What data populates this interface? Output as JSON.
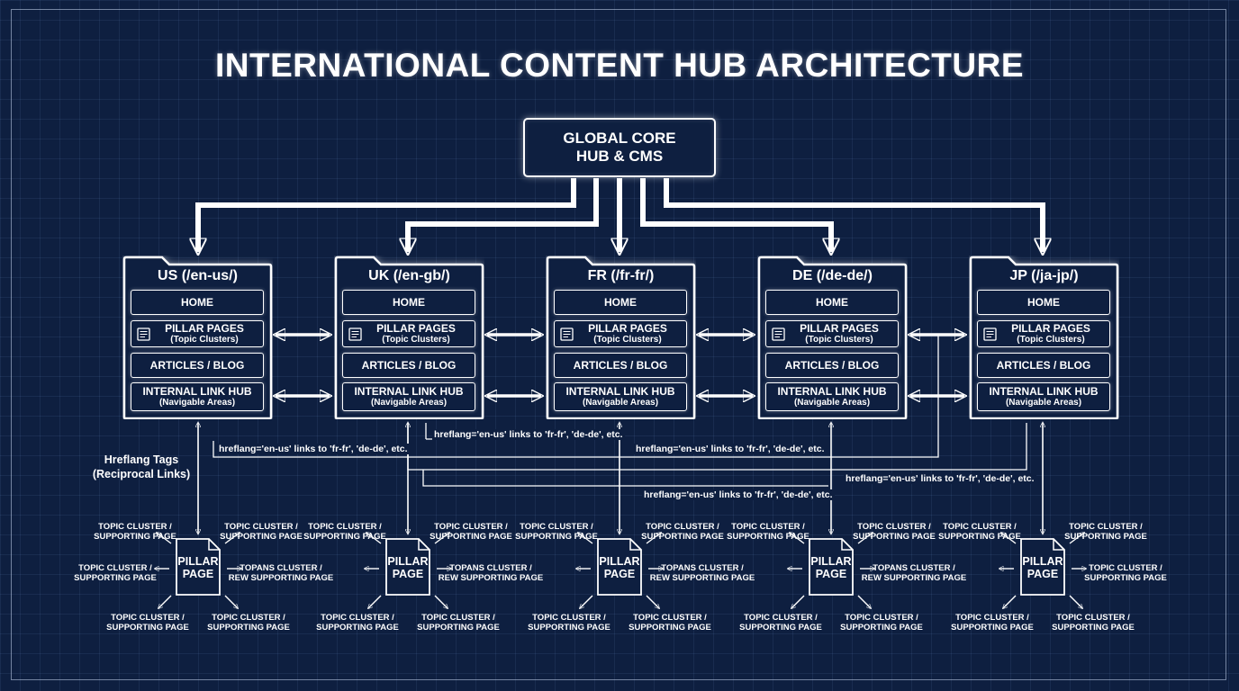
{
  "title": "INTERNATIONAL CONTENT HUB ARCHITECTURE",
  "core": {
    "line1": "GLOBAL CORE",
    "line2": "HUB & CMS"
  },
  "regions": [
    {
      "label": "US (/en-us/)",
      "home": "HOME",
      "pillar": "PILLAR PAGES",
      "pillar_sub": "(Topic Clusters)",
      "articles": "ARTICLES / BLOG",
      "hub": "INTERNAL LINK HUB",
      "hub_sub": "(Navigable Areas)"
    },
    {
      "label": "UK (/en-gb/)",
      "home": "HOME",
      "pillar": "PILLAR PAGES",
      "pillar_sub": "(Topic Clusters)",
      "articles": "ARTICLES / BLOG",
      "hub": "INTERNAL LINK HUB",
      "hub_sub": "(Navigable Areas)"
    },
    {
      "label": "FR (/fr-fr/)",
      "home": "HOME",
      "pillar": "PILLAR PAGES",
      "pillar_sub": "(Topic Clusters)",
      "articles": "ARTICLES / BLOG",
      "hub": "INTERNAL LINK HUB",
      "hub_sub": "(Navigable Areas)"
    },
    {
      "label": "DE (/de-de/)",
      "home": "HOME",
      "pillar": "PILLAR PAGES",
      "pillar_sub": "(Topic Clusters)",
      "articles": "ARTICLES / BLOG",
      "hub": "INTERNAL LINK HUB",
      "hub_sub": "(Navigable Areas)"
    },
    {
      "label": "JP (/ja-jp/)",
      "home": "HOME",
      "pillar": "PILLAR PAGES",
      "pillar_sub": "(Topic Clusters)",
      "articles": "ARTICLES / BLOG",
      "hub": "INTERNAL LINK HUB",
      "hub_sub": "(Navigable Areas)"
    }
  ],
  "hreflang": {
    "title_line1": "Hreflang Tags",
    "title_line2": "(Reciprocal Links)",
    "labels": [
      "hreflang='en-us' links to 'fr-fr', 'de-de', etc.",
      "hreflang='en-us' links to 'fr-fr', 'de-de', etc.",
      "hreflang='en-us' links to 'fr-fr', 'de-de', etc.",
      "hreflang='en-us' links to 'fr-fr', 'de-de', etc.",
      "hreflang='en-us' links to 'fr-fr', 'de-de', etc."
    ]
  },
  "pillar_doc": {
    "line1": "PILLAR",
    "line2": "PAGE"
  },
  "clusters": [
    {
      "tl": [
        "TOPIC CLUSTER /",
        "SUPPORTING PAGE"
      ],
      "tr": [
        "TOPIC CLUSTER /",
        "SUPPORTING PAGE"
      ],
      "ml": [
        "TOPIC CLUSTER /",
        "SUPPORTING PAGE"
      ],
      "mr": [
        "TOPANS CLUSTER /",
        "REW SUPPORTING PAGE"
      ],
      "bl": [
        "TOPIC CLUSTER /",
        "SUPPORTING PAGE"
      ],
      "br": [
        "TOPIC CLUSTER /",
        "SUPPORTING PAGE"
      ]
    },
    {
      "tl": [
        "TOPIC CLUSTER /",
        "SUPPORTING PAGE"
      ],
      "tr": [
        "TOPIC CLUSTER /",
        "SUPPORTING PAGE"
      ],
      "ml": null,
      "mr": [
        "TOPANS CLUSTER /",
        "REW SUPPORTING PAGE"
      ],
      "bl": [
        "TOPIC CLUSTER /",
        "SUPPORTING PAGE"
      ],
      "br": [
        "TOPIC CLUSTER /",
        "SUPPORTING PAGE"
      ]
    },
    {
      "tl": [
        "TOPIC CLUSTER /",
        "SUPPORTING PAGE"
      ],
      "tr": [
        "TOPIC CLUSTER /",
        "SUPPORTING PAGE"
      ],
      "ml": null,
      "mr": [
        "TOPANS CLUSTER /",
        "REW SUPPORTING PAGE"
      ],
      "bl": [
        "TOPIC CLUSTER /",
        "SUPPORTING PAGE"
      ],
      "br": [
        "TOPIC CLUSTER /",
        "SUPPORTING PAGE"
      ]
    },
    {
      "tl": [
        "TOPIC CLUSTER /",
        "SUPPORTING PAGE"
      ],
      "tr": [
        "TOPIC CLUSTER /",
        "SUPPORTING PAGE"
      ],
      "ml": null,
      "mr": [
        "TOPANS CLUSTER /",
        "REW SUPPORTING PAGE"
      ],
      "bl": [
        "TOPIC CLUSTER /",
        "SUPPORTING PAGE"
      ],
      "br": [
        "TOPIC CLUSTER /",
        "SUPPORTING PAGE"
      ]
    },
    {
      "tl": [
        "TOPIC CLUSTER /",
        "SUPPORTING PAGE"
      ],
      "tr": [
        "TOPIC CLUSTER /",
        "SUPPORTING PAGE"
      ],
      "ml": null,
      "mr": [
        "TOPIC CLUSTER /",
        "SUPPORTING PAGE"
      ],
      "bl": [
        "TOPIC CLUSTER /",
        "SUPPORTING PAGE"
      ],
      "br": [
        "TOPIC CLUSTER /",
        "SUPPORTING PAGE"
      ]
    }
  ],
  "colors": {
    "background": "#0e1f40",
    "line": "#ffffff",
    "grid": "#4d6a9c"
  },
  "icons": {
    "region_container": "folder-icon",
    "pillar_row": "document-icon",
    "pillar_page": "document-icon"
  }
}
